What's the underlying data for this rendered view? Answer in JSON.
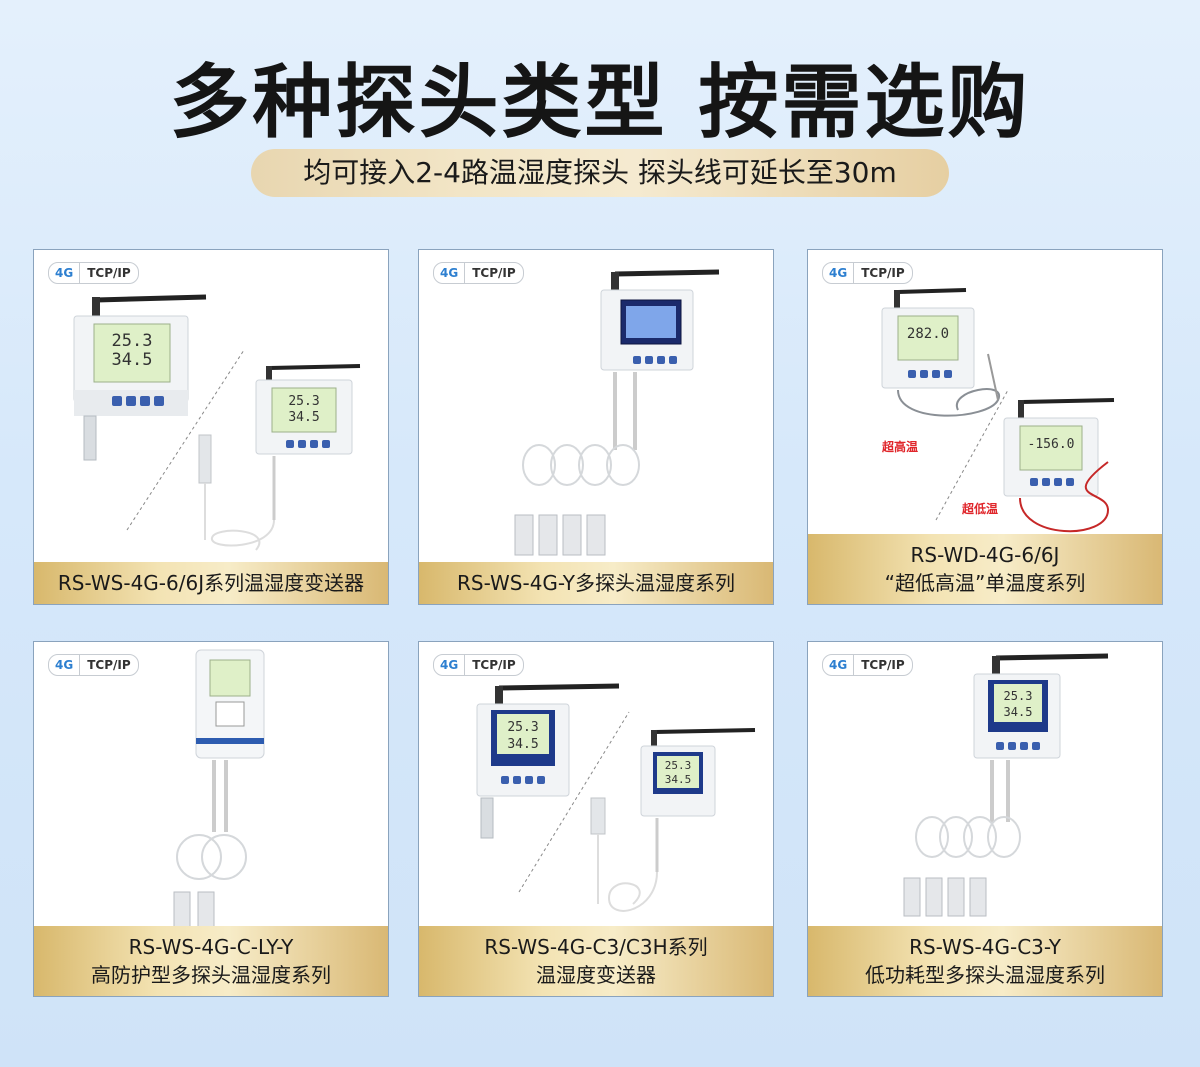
{
  "header": {
    "title": "多种探头类型 按需选购",
    "subtitle": "均可接入2-4路温湿度探头 探头线可延长至30m"
  },
  "badges": {
    "net_4g": "4G",
    "net_tcp": "TCP/IP"
  },
  "colors": {
    "accent_gold": "#e2c888",
    "badge_blue": "#2d7fd0",
    "warn_red": "#e0262b",
    "card_border": "#8aa3bd"
  },
  "products": [
    {
      "caption_lines": [
        "RS-WS-4G-6/6J系列温湿度变送器"
      ],
      "displays": [
        "25.3",
        "34.5",
        "25.3",
        "34.5"
      ]
    },
    {
      "caption_lines": [
        "RS-WS-4G-Y多探头温湿度系列"
      ]
    },
    {
      "caption_lines": [
        "RS-WD-4G-6/6J",
        "“超低高温”单温度系列"
      ],
      "displays": [
        "282.0",
        "-156.0"
      ],
      "labels": [
        "超高温",
        "超低温"
      ]
    },
    {
      "caption_lines": [
        "RS-WS-4G-C-LY-Y",
        "高防护型多探头温湿度系列"
      ]
    },
    {
      "caption_lines": [
        "RS-WS-4G-C3/C3H系列",
        "温湿度变送器"
      ],
      "displays": [
        "25.3",
        "34.5",
        "25.3",
        "34.5"
      ]
    },
    {
      "caption_lines": [
        "RS-WS-4G-C3-Y",
        "低功耗型多探头温湿度系列"
      ],
      "displays": [
        "25.3",
        "34.5"
      ]
    }
  ]
}
